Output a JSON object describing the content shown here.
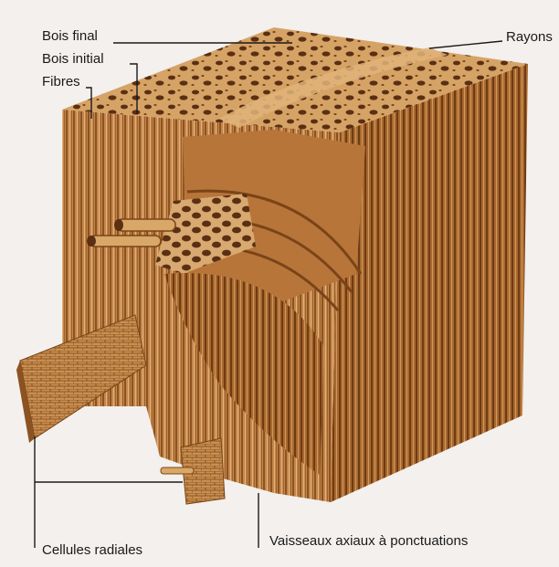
{
  "labels": {
    "bois_final": "Bois final",
    "bois_initial": "Bois initial",
    "fibres": "Fibres",
    "rayons": "Rayons",
    "cellules_radiales": "Cellules radiales",
    "vaisseaux": "Vaisseaux axiaux à ponctuations"
  },
  "colors": {
    "background": "#f3f0ee",
    "wood_light": "#d9a868",
    "wood_mid": "#b9793c",
    "wood_dark": "#7a4418",
    "pore": "#5a2f12",
    "leader": "#1a1a1a"
  }
}
